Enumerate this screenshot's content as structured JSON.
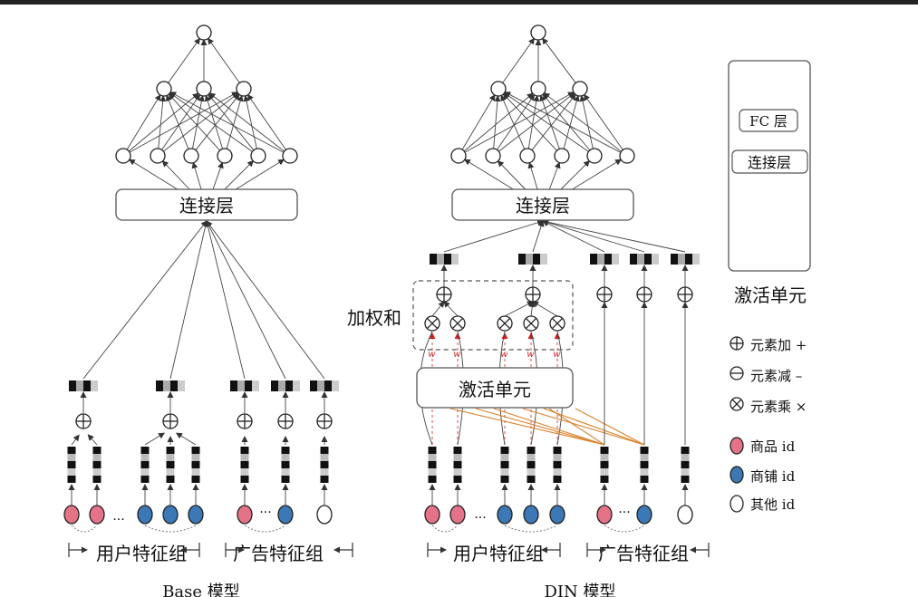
{
  "base": {
    "concat_label": "连接层",
    "user_group_label": "用户特征组",
    "ad_group_label": "广告特征组",
    "caption": "Base 模型",
    "ellipsis": "···"
  },
  "din": {
    "concat_label": "连接层",
    "activation_label": "激活单元",
    "weighted_sum_label": "加权和",
    "weight_label": "w",
    "user_group_label": "用户特征组",
    "ad_group_label": "广告特征组",
    "caption": "DIN 模型",
    "ellipsis": "···"
  },
  "activation_unit": {
    "fc_label": "FC 层",
    "concat_label": "连接层",
    "title": "激活单元"
  },
  "legend": {
    "add": "元素加 +",
    "sub": "元素减 –",
    "mul": "元素乘 ×",
    "goods": "商品 id",
    "shop": "商铺 id",
    "other": "其他 id"
  },
  "colors": {
    "goods": "#e57388",
    "shop": "#3b78b5",
    "other": "#ffffff",
    "attention_link": "#d9822b",
    "weight": "#cc2222"
  }
}
